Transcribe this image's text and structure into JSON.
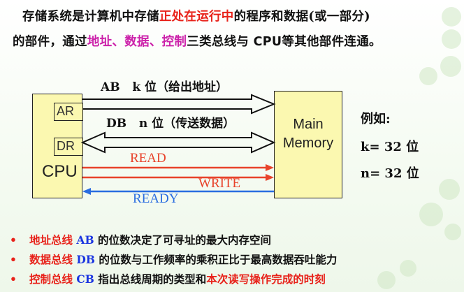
{
  "intro": {
    "s1": "存储系统是计算机中存储",
    "s2": "正处在运行中",
    "s3": "的程序和数据(或一部分)",
    "s4": "的部件，通过",
    "s5": "地址、数据、控制",
    "s6": "三类总线与 ",
    "s7": "CPU",
    "s8": "等其他部件连通。"
  },
  "diagram": {
    "cpu_label": "CPU",
    "ar_label": "AR",
    "dr_label": "DR",
    "memory_line1": "Main",
    "memory_line2": "Memory",
    "ab_label": "AB   k 位（给出地址）",
    "db_label": "DB   n 位（传送数据）",
    "read_label": "READ",
    "write_label": "WRITE",
    "ready_label": "READY"
  },
  "example": {
    "title": "例如:",
    "k_line": "k= 32 位",
    "n_line": "n= 32 位"
  },
  "bullets": [
    {
      "lead": "地址总线",
      "bus": "AB",
      "text": "的位数决定了可寻址的最大内存空间",
      "tail": ""
    },
    {
      "lead": "数据总线",
      "bus": "DB",
      "text": "的位数与工作频率的乘积正比于最高数据吞吐能力",
      "tail": ""
    },
    {
      "lead": "控制总线",
      "bus": "CB",
      "text": "指出总线周期的类型和",
      "tail": "本次读写操作完成的时刻"
    }
  ],
  "colors": {
    "red": "#e8221a",
    "blue": "#1a35e0",
    "magenta": "#cc22aa",
    "box_fill": "#fbf8b0",
    "read_arrow": "#e8432a",
    "write_arrow": "#e8432a",
    "ready_arrow": "#2a6de0"
  }
}
